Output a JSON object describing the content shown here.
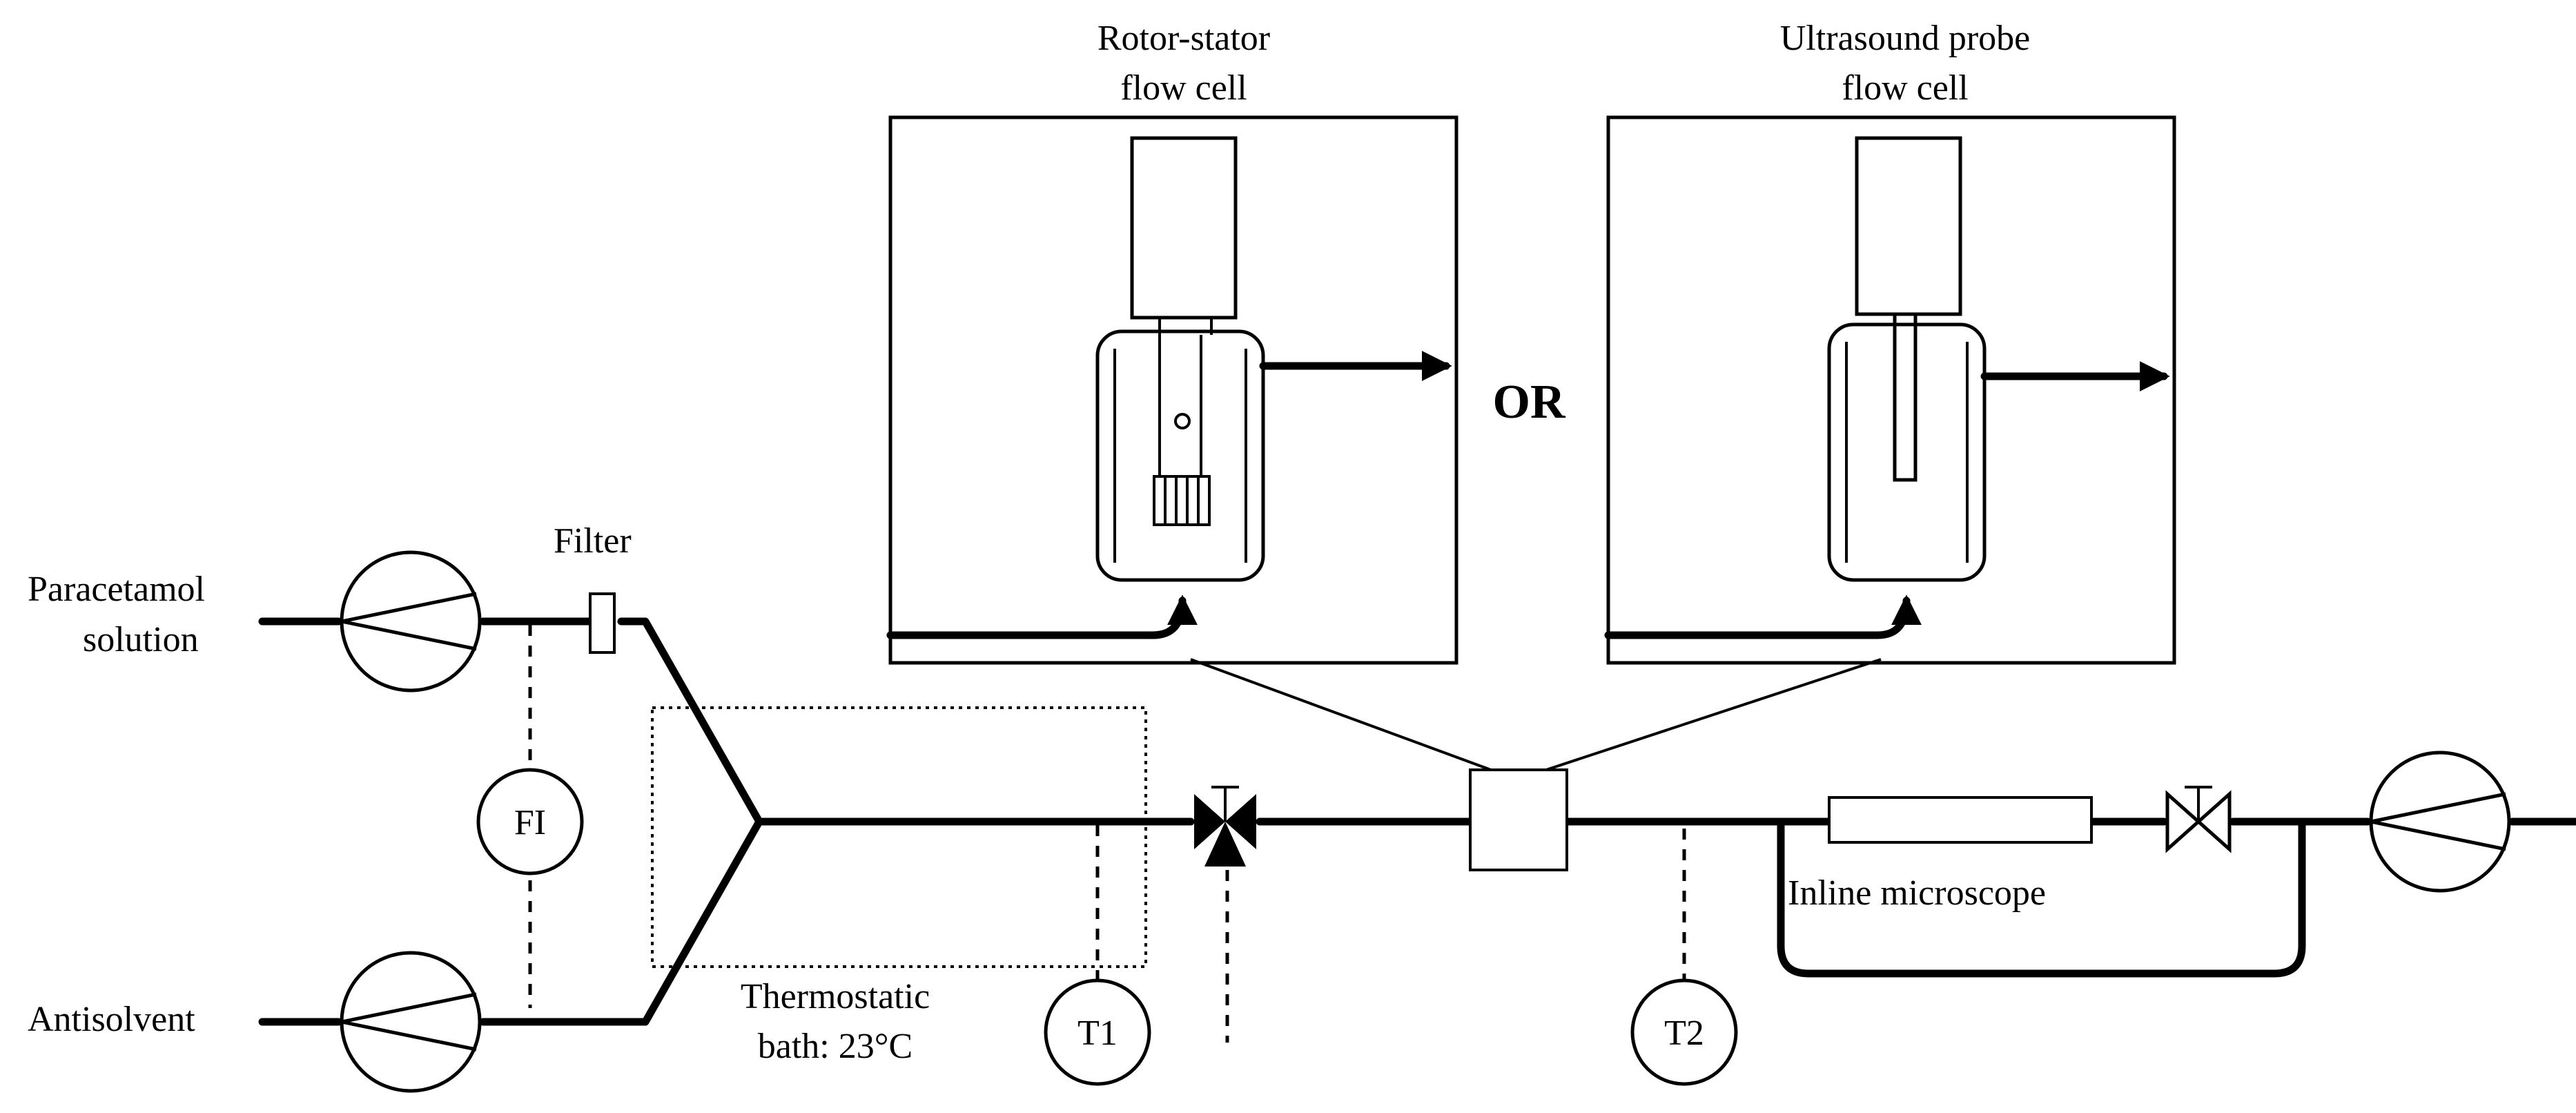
{
  "labels": {
    "paracetamol_line1": "Paracetamol",
    "paracetamol_line2": "solution",
    "antisolvent": "Antisolvent",
    "filter": "Filter",
    "flow_indicator": "FI",
    "bath_line1": "Thermostatic",
    "bath_line2": "bath: 23°C",
    "t1": "T1",
    "t2": "T2",
    "inline_microscope": "Inline microscope",
    "rotor_title_line1": "Rotor-stator",
    "rotor_title_line2": "flow cell",
    "ultra_title_line1": "Ultrasound probe",
    "ultra_title_line2": "flow cell",
    "or": "OR"
  },
  "icons": [
    "pump-icon",
    "filter-icon",
    "valve-icon",
    "flow-cell-icon",
    "microscope-icon",
    "thermometer-icon"
  ]
}
